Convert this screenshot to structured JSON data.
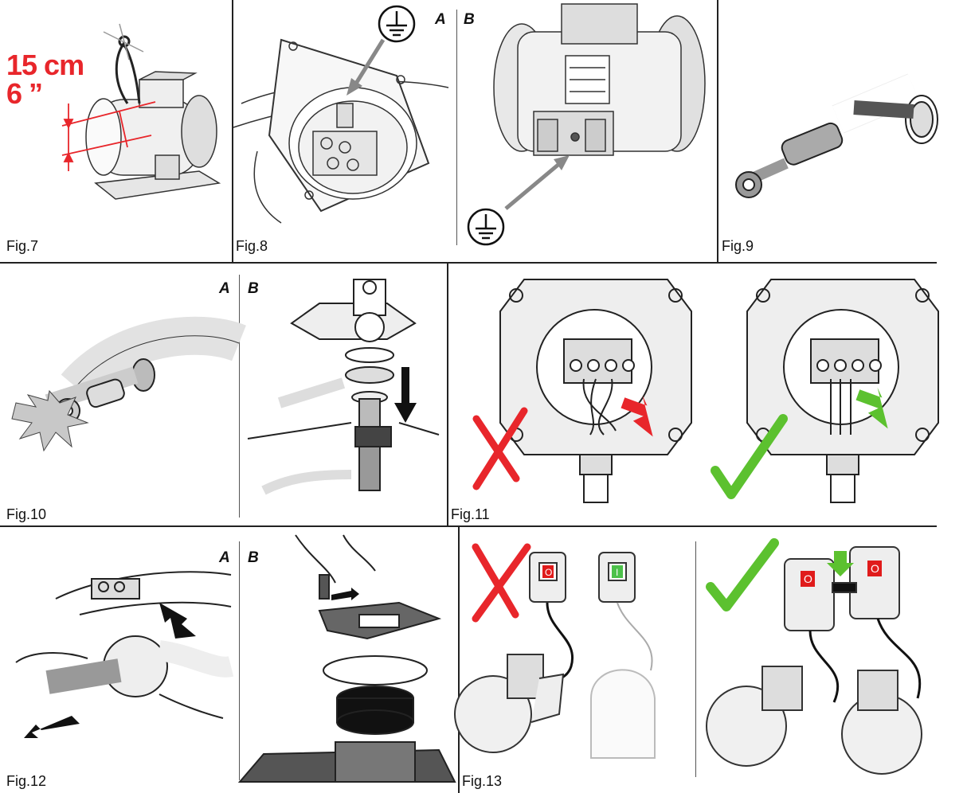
{
  "figures": {
    "fig7": {
      "caption": "Fig.7"
    },
    "fig8": {
      "caption": "Fig.8",
      "sub_a": "A",
      "sub_b": "B"
    },
    "fig9": {
      "caption": "Fig.9"
    },
    "fig10": {
      "caption": "Fig.10",
      "sub_a": "A",
      "sub_b": "B"
    },
    "fig11": {
      "caption": "Fig.11"
    },
    "fig12": {
      "caption": "Fig.12",
      "sub_a": "A",
      "sub_b": "B"
    },
    "fig13": {
      "caption": "Fig.13"
    }
  },
  "fig7_measure": {
    "metric": "15 cm",
    "imperial": "6 ”"
  },
  "switch_labels": {
    "off": "O",
    "on": "I"
  },
  "colors": {
    "wrong": "#e8262b",
    "right": "#5cc12f",
    "arrow_grey": "#888888",
    "switch_red": "#e01b1b",
    "switch_green": "#4cc14a"
  }
}
